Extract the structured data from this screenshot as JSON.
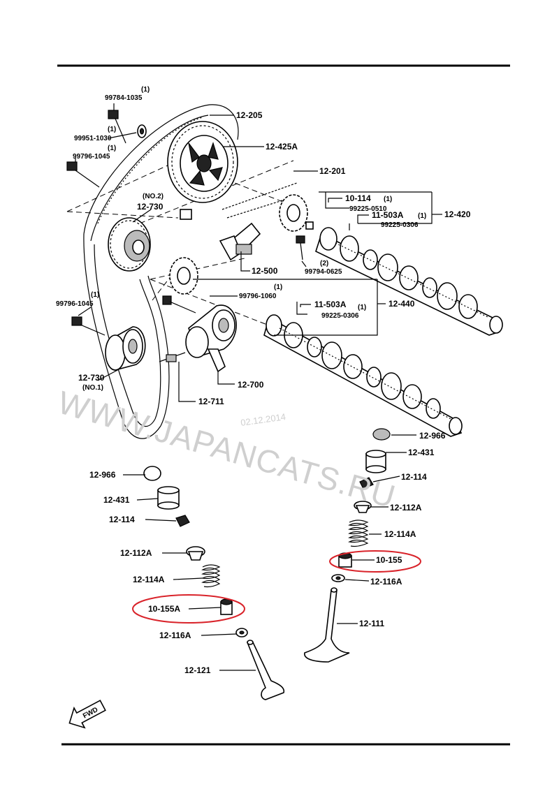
{
  "watermark": "WWW.JAPANCATS.RU",
  "date_stamp": "02.12.2014",
  "labels": {
    "p99784_qty": "(1)",
    "p99784": "99784-1035",
    "p99951_qty": "(1)",
    "p99951": "99951-1030",
    "p99796a_qty": "(1)",
    "p99796a": "99796-1045",
    "p12205": "12-205",
    "p12425A": "12-425A",
    "p12201": "12-201",
    "p12730_no2_note": "(NO.2)",
    "p12730_no2": "12-730",
    "p10114": "10-114",
    "p10114_qty": "(1)",
    "p99225_0510": "99225-0510",
    "p11503A_top": "11-503A",
    "p11503A_top_qty": "(1)",
    "p99225_0306_top": "99225-0306",
    "p12420": "12-420",
    "p12500": "12-500",
    "p99794_qty": "(2)",
    "p99794": "99794-0625",
    "p99796_1060_qty": "(1)",
    "p99796_1060": "99796-1060",
    "p11503A_bot": "11-503A",
    "p11503A_bot_qty": "(1)",
    "p99225_0306_bot": "99225-0306",
    "p12440": "12-440",
    "p99796b_qty": "(1)",
    "p99796b": "99796-1045",
    "p12730_no1": "12-730",
    "p12730_no1_note": "(NO.1)",
    "p12700": "12-700",
    "p12711": "12-711",
    "r12966": "12-966",
    "r12431": "12-431",
    "r12114": "12-114",
    "r12112A": "12-112A",
    "r12114A": "12-114A",
    "r10155": "10-155",
    "r12116A": "12-116A",
    "r12111": "12-111",
    "l12966": "12-966",
    "l12431": "12-431",
    "l12114": "12-114",
    "l12112A": "12-112A",
    "l12114A": "12-114A",
    "l10155A": "10-155A",
    "l12116A": "12-116A",
    "l12121": "12-121",
    "fwd": "FWD"
  },
  "colors": {
    "highlight": "#d9232a",
    "watermark": "#cfcfcf",
    "ink": "#000000"
  }
}
